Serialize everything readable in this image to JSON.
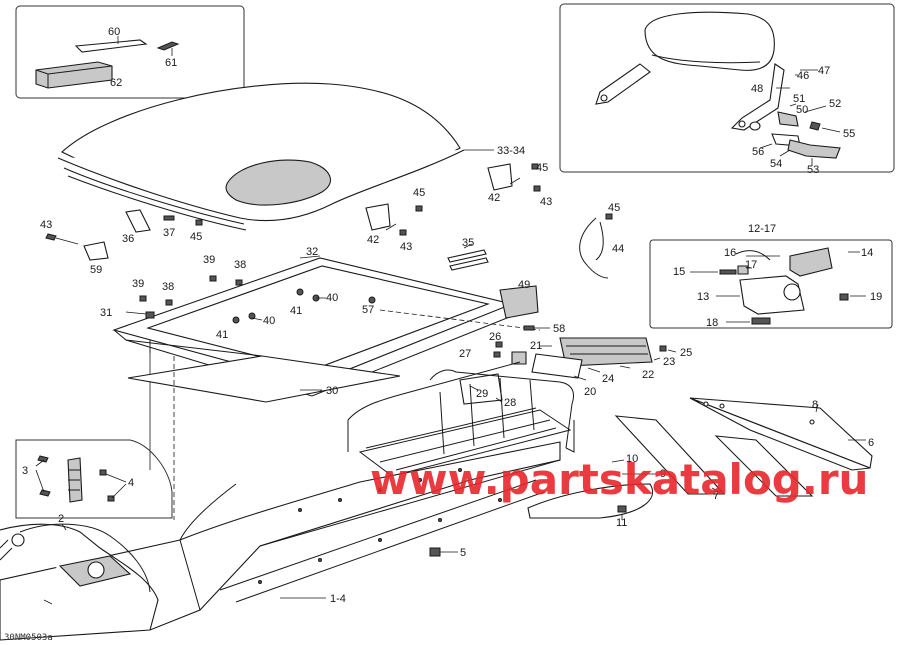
{
  "diagram": {
    "watermark": "www.partskatalog.ru",
    "reference_code": "30NM0503a",
    "labels": {
      "l60": "60",
      "l61": "61",
      "l62": "62",
      "l47": "47",
      "l46": "46",
      "l48": "48",
      "l51": "51",
      "l50": "50",
      "l52": "52",
      "l55": "55",
      "l56": "56",
      "l54": "54",
      "l53": "53",
      "l33_34": "33-34",
      "l45a": "45",
      "l45b": "45",
      "l45c": "45",
      "l45d": "45",
      "l42a": "42",
      "l42b": "42",
      "l43a": "43",
      "l43b": "43",
      "l43c": "43",
      "l36": "36",
      "l37": "37",
      "l59": "59",
      "l39": "39",
      "l38a": "38",
      "l38b": "38",
      "l32": "32",
      "l35": "35",
      "l44": "44",
      "l12_17": "12-17",
      "l16": "16",
      "l14": "14",
      "l17": "17",
      "l15": "15",
      "l13": "13",
      "l19": "19",
      "l18": "18",
      "l31": "31",
      "l40a": "40",
      "l40b": "40",
      "l41a": "41",
      "l41b": "41",
      "l57": "57",
      "l49": "49",
      "l58": "58",
      "l26": "26",
      "l27": "27",
      "l21": "21",
      "l25": "25",
      "l23": "23",
      "l22": "22",
      "l24": "24",
      "l29": "29",
      "l28": "28",
      "l20": "20",
      "l30": "30",
      "l8": "8",
      "l6": "6",
      "l3": "3",
      "l4": "4",
      "l10": "10",
      "l9": "9",
      "l7": "7",
      "l11": "11",
      "l2": "2",
      "l5": "5",
      "l1_4": "1-4"
    }
  }
}
